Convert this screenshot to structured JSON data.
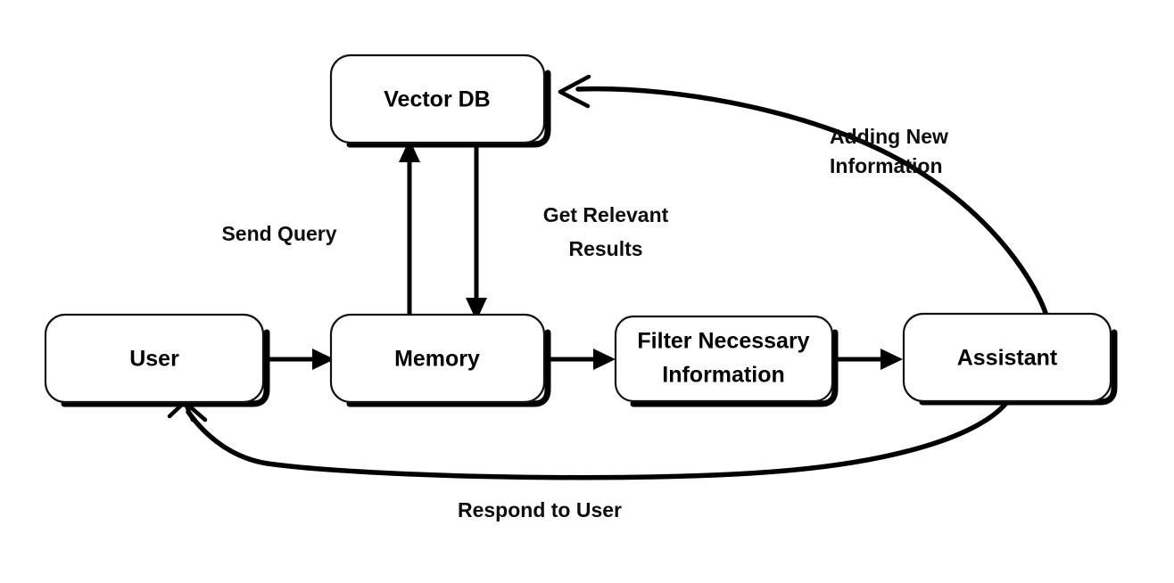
{
  "diagram": {
    "title": "Assistant memory retrieval flow",
    "background_color": "#ffffff",
    "stroke_color": "#000000",
    "nodes": [
      {
        "id": "vector_db",
        "label": "Vector DB"
      },
      {
        "id": "user",
        "label": "User"
      },
      {
        "id": "memory",
        "label": "Memory"
      },
      {
        "id": "filter",
        "label_line1": "Filter Necessary",
        "label_line2": "Information"
      },
      {
        "id": "assistant",
        "label": "Assistant"
      }
    ],
    "edges": [
      {
        "id": "send_query",
        "label": "Send Query",
        "from": "memory",
        "to": "vector_db"
      },
      {
        "id": "get_relevant_results",
        "label_line1": "Get Relevant",
        "label_line2": "Results",
        "from": "vector_db",
        "to": "memory"
      },
      {
        "id": "adding_new_information",
        "label_line1": "Adding New",
        "label_line2": "Information",
        "from": "assistant",
        "to": "vector_db"
      },
      {
        "id": "respond_to_user",
        "label": "Respond to User",
        "from": "assistant",
        "to": "user"
      },
      {
        "id": "user_to_memory",
        "label": "",
        "from": "user",
        "to": "memory"
      },
      {
        "id": "memory_to_filter",
        "label": "",
        "from": "memory",
        "to": "filter"
      },
      {
        "id": "filter_to_assistant",
        "label": "",
        "from": "filter",
        "to": "assistant"
      }
    ]
  }
}
